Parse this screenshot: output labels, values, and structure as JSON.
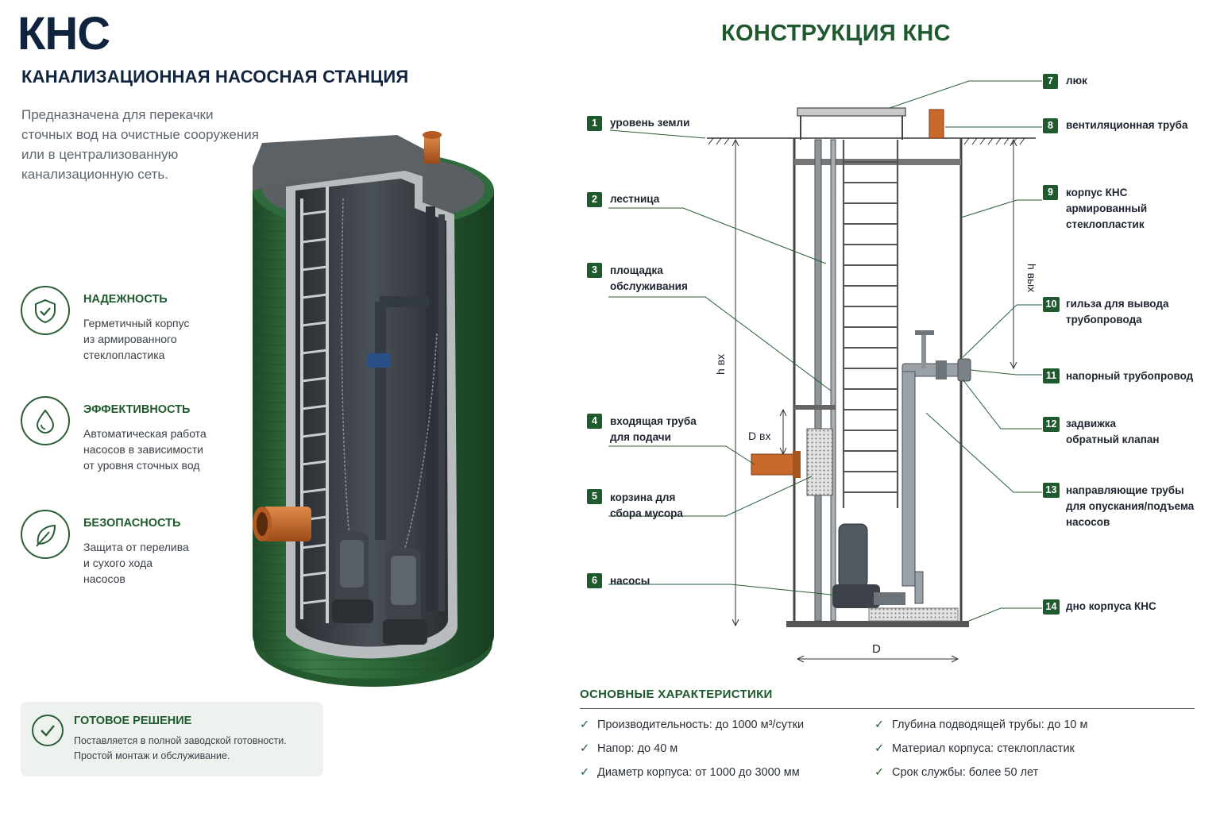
{
  "header": {
    "title": "КНС",
    "subtitle": "КАНАЛИЗАЦИОННАЯ НАСОСНАЯ СТАНЦИЯ",
    "intro": [
      "Предназначена для перекачки",
      "сточных вод на очистные сооружения",
      "или в централизованную",
      "канализационную сеть."
    ]
  },
  "features": [
    {
      "icon": "shield-check-icon",
      "title": "НАДЕЖНОСТЬ",
      "lines": [
        "Герметичный корпус",
        "из армированного",
        "стеклопластика"
      ]
    },
    {
      "icon": "water-drop-icon",
      "title": "ЭФФЕКТИВНОСТЬ",
      "lines": [
        "Автоматическая работа",
        "насосов в зависимости",
        "от уровня сточных вод"
      ]
    },
    {
      "icon": "leaf-icon",
      "title": "БЕЗОПАСНОСТЬ",
      "lines": [
        "Защита от перелива",
        "и сухого хода",
        "насосов"
      ]
    }
  ],
  "ready": {
    "title": "ГОТОВОЕ РЕШЕНИЕ",
    "lines": [
      "Поставляется в полной заводской готовности.",
      "Простой монтаж и обслуживание."
    ]
  },
  "diagram": {
    "title": "КОНСТРУКЦИЯ КНС",
    "dims": {
      "h_in": "h вх",
      "h_out": "h вых",
      "d_in": "D вх",
      "d": "D"
    },
    "callouts": [
      {
        "n": "1",
        "lines": [
          "уровень земли"
        ]
      },
      {
        "n": "2",
        "lines": [
          "лестница"
        ]
      },
      {
        "n": "3",
        "lines": [
          "площадка",
          "обслуживания"
        ]
      },
      {
        "n": "4",
        "lines": [
          "входящая труба",
          "для подачи"
        ]
      },
      {
        "n": "5",
        "lines": [
          "корзина для",
          "сбора мусора"
        ]
      },
      {
        "n": "6",
        "lines": [
          "насосы"
        ]
      },
      {
        "n": "7",
        "lines": [
          "люк"
        ]
      },
      {
        "n": "8",
        "lines": [
          "вентиляционная труба"
        ]
      },
      {
        "n": "9",
        "lines": [
          "корпус КНС",
          "армированный",
          "стеклопластик"
        ]
      },
      {
        "n": "10",
        "lines": [
          "гильза для вывода",
          "трубопровода"
        ]
      },
      {
        "n": "11",
        "lines": [
          "напорный трубопровод"
        ]
      },
      {
        "n": "12",
        "lines": [
          "задвижка",
          "обратный клапан"
        ]
      },
      {
        "n": "13",
        "lines": [
          "направляющие трубы",
          "для опускания/подъема",
          "насосов"
        ]
      },
      {
        "n": "14",
        "lines": [
          "дно корпуса КНС"
        ]
      }
    ]
  },
  "specs": {
    "title": "ОСНОВНЫЕ ХАРАКТЕРИСТИКИ",
    "items": [
      "Производительность: до 1000 м³/сутки",
      "Напор: до 40 м",
      "Диаметр корпуса: от 1000 до 3000 мм",
      "Глубина подводящей трубы: до 10 м",
      "Материал корпуса: стеклопластик",
      "Срок службы: более 50 лет"
    ]
  },
  "colors": {
    "accent": "#1f5a2e",
    "navy": "#10243e",
    "tank_green": "#2f6a3c",
    "pipe_orange": "#c8682b"
  }
}
